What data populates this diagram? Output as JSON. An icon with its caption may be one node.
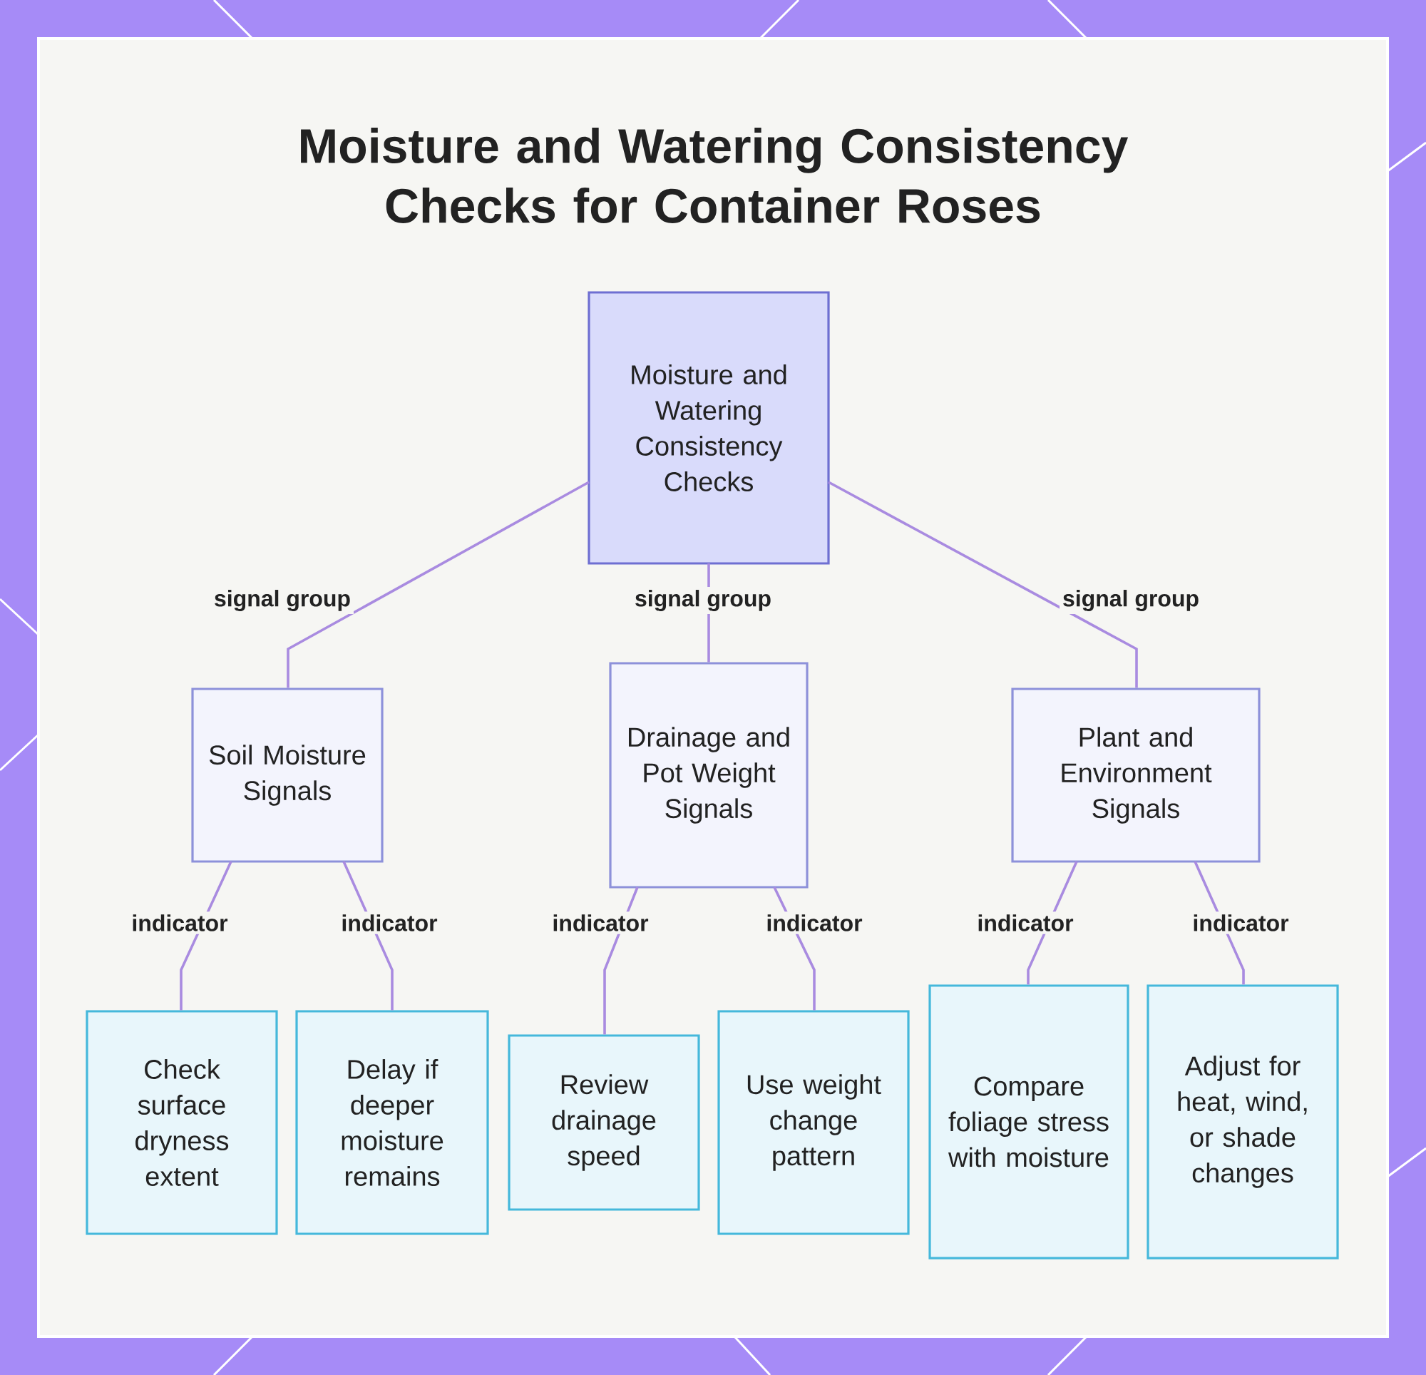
{
  "diagram": {
    "title": "Moisture and Watering Consistency Checks for Container Roses",
    "nodes": [
      {
        "text": [
          "Moisture and Watering Consistency Checks"
        ]
      },
      {
        "text": [
          "Soil Moisture Signals"
        ]
      },
      {
        "text": [
          "Drainage and Pot Weight Signals"
        ]
      },
      {
        "text": [
          "Plant and Environment Signals"
        ]
      },
      {
        "text": [
          "Check surface dryness extent"
        ]
      },
      {
        "text": [
          "Delay if deeper moisture remains"
        ]
      },
      {
        "text": [
          "Review drainage speed"
        ]
      },
      {
        "text": [
          "Use weight change pattern"
        ]
      },
      {
        "text": [
          "Compare foliage stress with moisture"
        ]
      },
      {
        "text": [
          "Adjust for heat, wind, or shade changes"
        ]
      }
    ],
    "edges": [
      {
        "from": 0,
        "to": 1,
        "arrow": "none",
        "label": "signal group"
      },
      {
        "from": 0,
        "to": 2,
        "arrow": "none",
        "label": "signal group"
      },
      {
        "from": 0,
        "to": 3,
        "arrow": "none",
        "label": "signal group"
      },
      {
        "from": 1,
        "to": 4,
        "arrow": "none",
        "label": "indicator"
      },
      {
        "from": 1,
        "to": 5,
        "arrow": "none",
        "label": "indicator"
      },
      {
        "from": 2,
        "to": 6,
        "arrow": "none",
        "label": "indicator"
      },
      {
        "from": 2,
        "to": 7,
        "arrow": "none",
        "label": "indicator"
      },
      {
        "from": 3,
        "to": 8,
        "arrow": "none",
        "label": "indicator"
      },
      {
        "from": 3,
        "to": 9,
        "arrow": "none",
        "label": "indicator"
      }
    ]
  }
}
